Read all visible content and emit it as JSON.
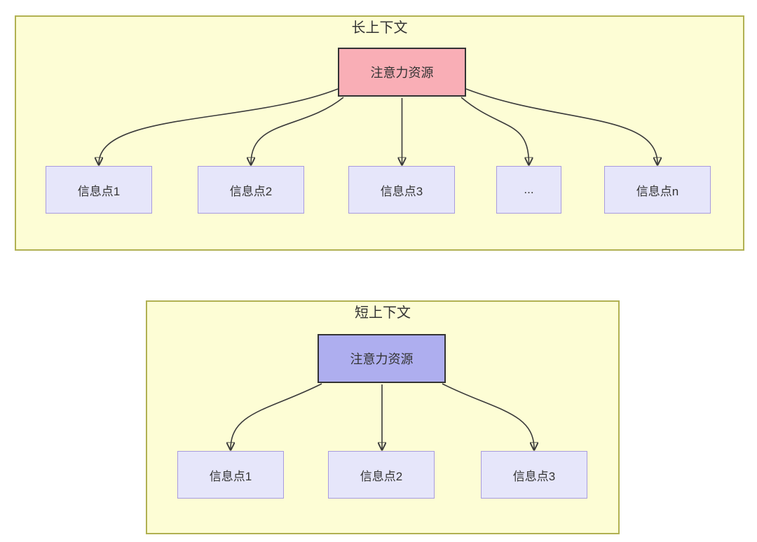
{
  "diagram": {
    "sections": [
      {
        "title": "长上下文",
        "hub": {
          "label": "注意力资源",
          "fill": "#f9aeb6"
        },
        "nodes": [
          {
            "label": "信息点1"
          },
          {
            "label": "信息点2"
          },
          {
            "label": "信息点3"
          },
          {
            "label": "..."
          },
          {
            "label": "信息点n"
          }
        ]
      },
      {
        "title": "短上下文",
        "hub": {
          "label": "注意力资源",
          "fill": "#aeaeef"
        },
        "nodes": [
          {
            "label": "信息点1"
          },
          {
            "label": "信息点2"
          },
          {
            "label": "信息点3"
          }
        ]
      }
    ],
    "colors": {
      "panel_fill": "#fdfdd5",
      "panel_border": "#b1b152",
      "node_fill": "#e6e6fa",
      "node_border": "#a89bde",
      "hub_long_fill": "#f9aeb6",
      "hub_short_fill": "#aeaeef",
      "hub_border": "#333333",
      "arrow": "#3a3a3a",
      "text": "#333333"
    }
  }
}
